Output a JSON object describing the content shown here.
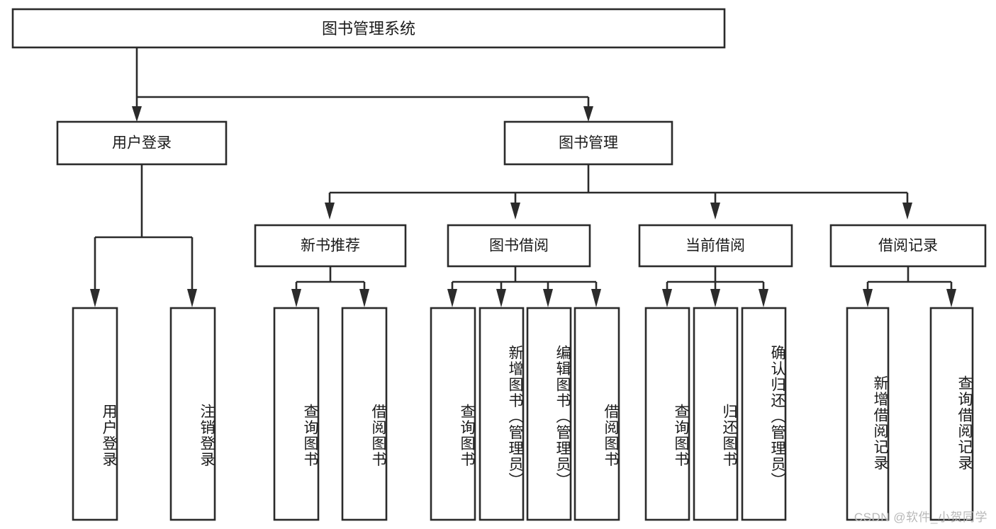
{
  "diagram": {
    "type": "tree-hierarchy",
    "title": "图书管理系统",
    "root": {
      "id": "root",
      "label": "图书管理系统"
    },
    "level2": [
      {
        "id": "user-login",
        "label": "用户登录"
      },
      {
        "id": "book-manage",
        "label": "图书管理"
      }
    ],
    "level3": [
      {
        "id": "new-book-rec",
        "label": "新书推荐",
        "parent": "book-manage"
      },
      {
        "id": "book-borrow",
        "label": "图书借阅",
        "parent": "book-manage"
      },
      {
        "id": "current-borrow",
        "label": "当前借阅",
        "parent": "book-manage"
      },
      {
        "id": "borrow-record",
        "label": "借阅记录",
        "parent": "book-manage"
      }
    ],
    "leaves": [
      {
        "id": "leaf-user-login",
        "label": "用户登录",
        "parent": "user-login"
      },
      {
        "id": "leaf-user-logout",
        "label": "注销登录",
        "parent": "user-login"
      },
      {
        "id": "leaf-query-book-1",
        "label": "查询图书",
        "parent": "new-book-rec"
      },
      {
        "id": "leaf-borrow-book-1",
        "label": "借阅图书",
        "parent": "new-book-rec"
      },
      {
        "id": "leaf-query-book-2",
        "label": "查询图书",
        "parent": "book-borrow"
      },
      {
        "id": "leaf-add-book",
        "label": "新增图书（管理员）",
        "parent": "book-borrow"
      },
      {
        "id": "leaf-edit-book",
        "label": "编辑图书（管理员）",
        "parent": "book-borrow"
      },
      {
        "id": "leaf-borrow-book-2",
        "label": "借阅图书",
        "parent": "book-borrow"
      },
      {
        "id": "leaf-query-book-3",
        "label": "查询图书",
        "parent": "current-borrow"
      },
      {
        "id": "leaf-return-book",
        "label": "归还图书",
        "parent": "current-borrow"
      },
      {
        "id": "leaf-confirm-return",
        "label": "确认归还（管理员）",
        "parent": "current-borrow"
      },
      {
        "id": "leaf-add-record",
        "label": "新增借阅记录",
        "parent": "borrow-record"
      },
      {
        "id": "leaf-query-record",
        "label": "查询借阅记录",
        "parent": "borrow-record"
      }
    ],
    "colors": {
      "stroke": "#2b2b2b",
      "fill": "#ffffff",
      "text": "#1a1a1a",
      "watermark": "#b8b8b8"
    }
  },
  "watermark": {
    "text": "CSDN @软件_小贺同学"
  }
}
